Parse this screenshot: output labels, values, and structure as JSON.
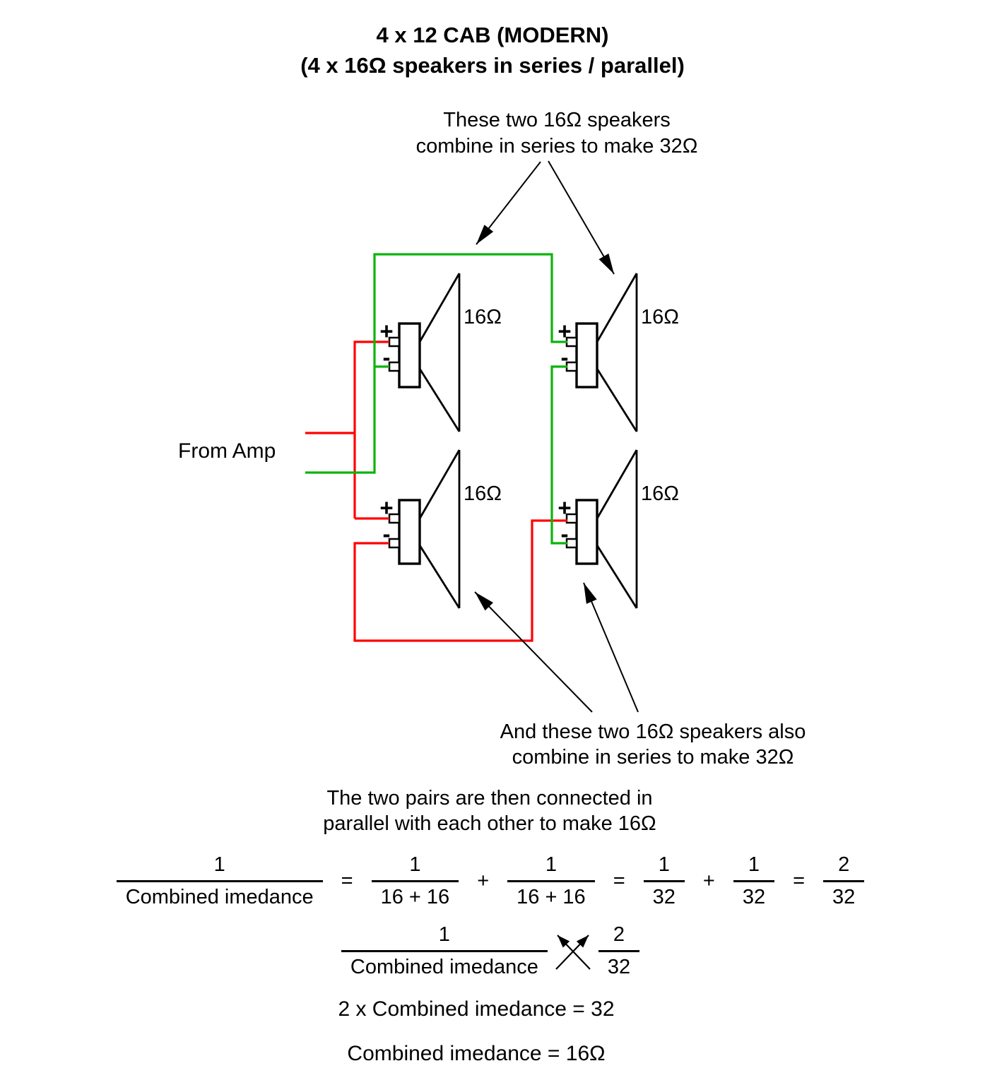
{
  "title": {
    "line1": "4 x 12 CAB (MODERN)",
    "line2": "(4 x 16Ω speakers in series / parallel)"
  },
  "annotations": {
    "top_pair": {
      "line1": "These two 16Ω speakers",
      "line2": "combine in series to make 32Ω"
    },
    "bottom_pair": {
      "line1": "And these two 16Ω speakers also",
      "line2": "combine in series to make 32Ω"
    },
    "pairs_parallel": {
      "line1": "The two pairs are then connected in",
      "line2": "parallel with each other to make 16Ω"
    }
  },
  "from_amp_label": "From Amp",
  "speakers": [
    {
      "position": "top-left",
      "impedance": "16Ω",
      "plus": "+",
      "minus": "-"
    },
    {
      "position": "top-right",
      "impedance": "16Ω",
      "plus": "+",
      "minus": "-"
    },
    {
      "position": "bottom-left",
      "impedance": "16Ω",
      "plus": "+",
      "minus": "-"
    },
    {
      "position": "bottom-right",
      "impedance": "16Ω",
      "plus": "+",
      "minus": "-"
    }
  ],
  "colors": {
    "positive_wire": "#ff0000",
    "negative_wire": "#0bb40b",
    "line": "#000000"
  },
  "equations": {
    "row1": {
      "frac1": {
        "num": "1",
        "den": "Combined imedance"
      },
      "eq1": "=",
      "frac2": {
        "num": "1",
        "den": "16 + 16"
      },
      "plus1": "+",
      "frac3": {
        "num": "1",
        "den": "16 + 16"
      },
      "eq2": "=",
      "frac4": {
        "num": "1",
        "den": "32"
      },
      "plus2": "+",
      "frac5": {
        "num": "1",
        "den": "32"
      },
      "eq3": "=",
      "frac6": {
        "num": "2",
        "den": "32"
      }
    },
    "row2": {
      "frac_left": {
        "num": "1",
        "den": "Combined imedance"
      },
      "frac_right": {
        "num": "2",
        "den": "32"
      }
    },
    "row3": "2 x Combined imedance = 32",
    "row4": "Combined imedance = 16Ω"
  }
}
